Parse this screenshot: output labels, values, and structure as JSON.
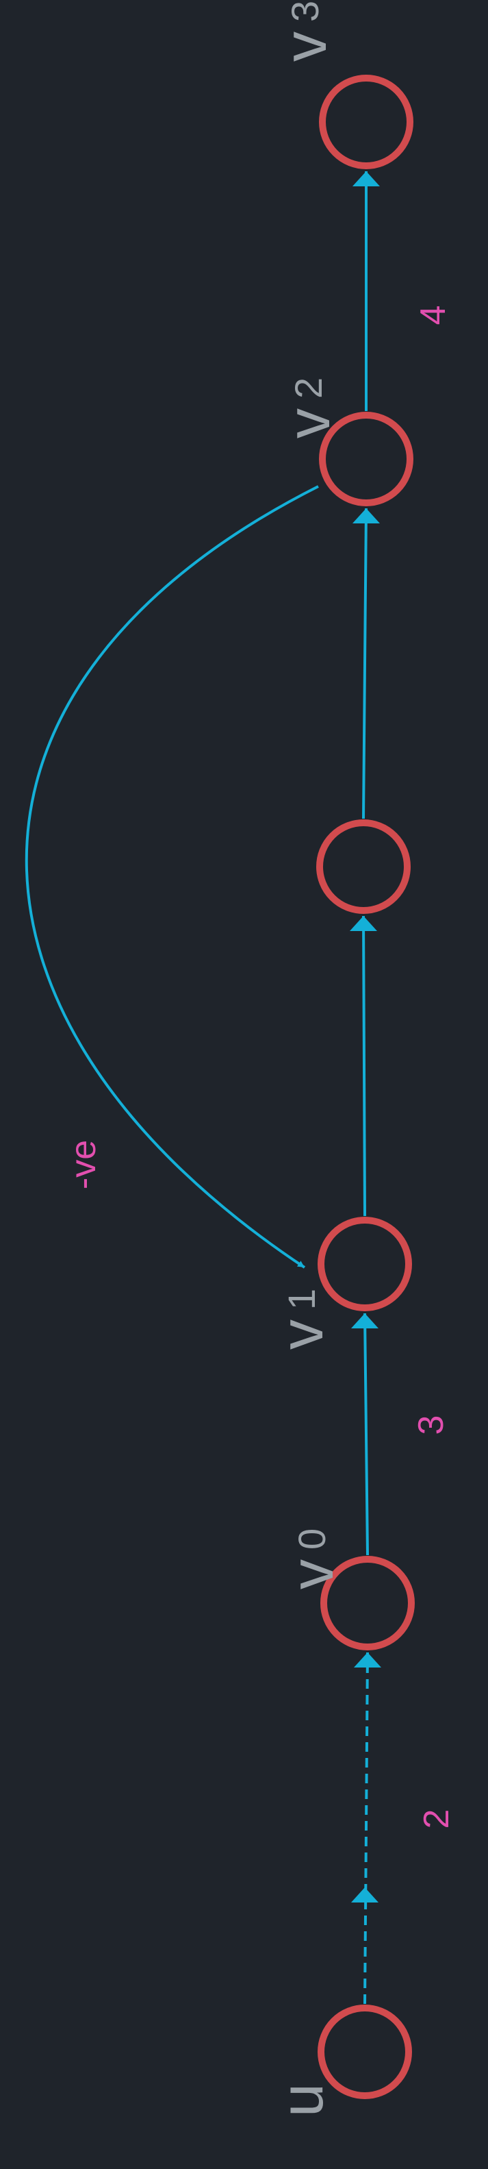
{
  "colors": {
    "background": "#1f242b",
    "node": "#d24b4e",
    "edge": "#14b0d8",
    "label": "#9aa1a7",
    "weight": "#e24faf"
  },
  "nodes": [
    {
      "id": "u",
      "label": "u",
      "sub": ""
    },
    {
      "id": "v0",
      "label": "v",
      "sub": "0"
    },
    {
      "id": "v1",
      "label": "v",
      "sub": "1"
    },
    {
      "id": "mid",
      "label": "",
      "sub": ""
    },
    {
      "id": "v2",
      "label": "v",
      "sub": "2"
    },
    {
      "id": "v3",
      "label": "v",
      "sub": "3"
    }
  ],
  "edges": [
    {
      "from": "u",
      "to": "v0",
      "style": "dashed",
      "weight": "2"
    },
    {
      "from": "v0",
      "to": "v1",
      "style": "solid",
      "weight": "3"
    },
    {
      "from": "v1",
      "to": "mid",
      "style": "solid",
      "weight": ""
    },
    {
      "from": "mid",
      "to": "v2",
      "style": "solid",
      "weight": ""
    },
    {
      "from": "v2",
      "to": "v3",
      "style": "solid",
      "weight": "4"
    },
    {
      "from": "v2",
      "to": "v1",
      "style": "curved",
      "weight": "-ve"
    }
  ]
}
